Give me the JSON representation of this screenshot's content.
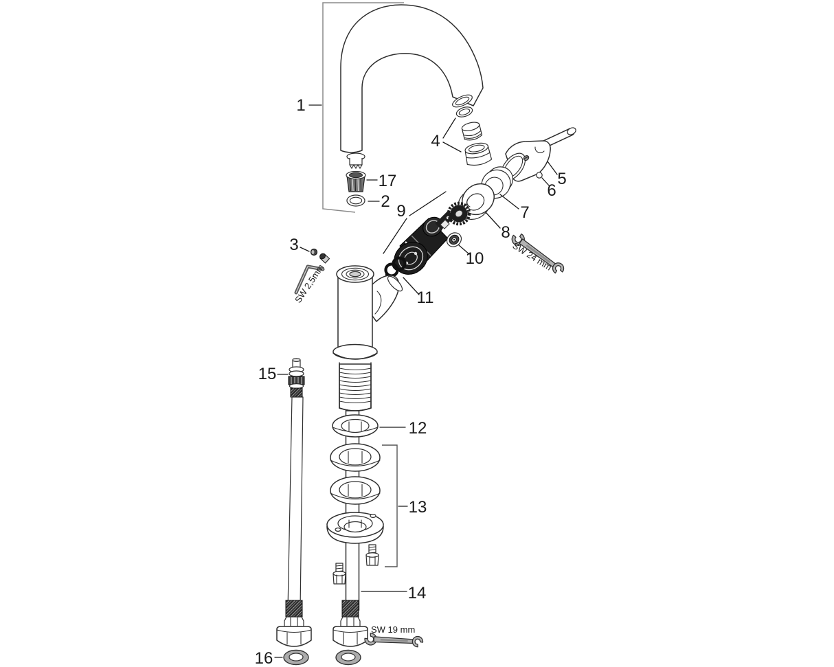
{
  "palette": {
    "background": "#ffffff",
    "outline": "#2e2e2e",
    "label_color": "#1a1a1a",
    "bracket_gray": "#8a8a8a",
    "metal_gray": "#b3b3b3",
    "dark_part": "#1e1e1e"
  },
  "part_labels": {
    "p1": "1",
    "p2": "2",
    "p3": "3",
    "p4": "4",
    "p5": "5",
    "p6": "6",
    "p7": "7",
    "p8": "8",
    "p9": "9",
    "p10": "10",
    "p11": "11",
    "p12": "12",
    "p13": "13",
    "p14": "14",
    "p15": "15",
    "p16": "16",
    "p17": "17"
  },
  "tool_labels": {
    "allen_key_size": "SW 2,5mm",
    "wrench_24_size": "SW 24 mm",
    "wrench_19_size": "SW 19 mm"
  }
}
